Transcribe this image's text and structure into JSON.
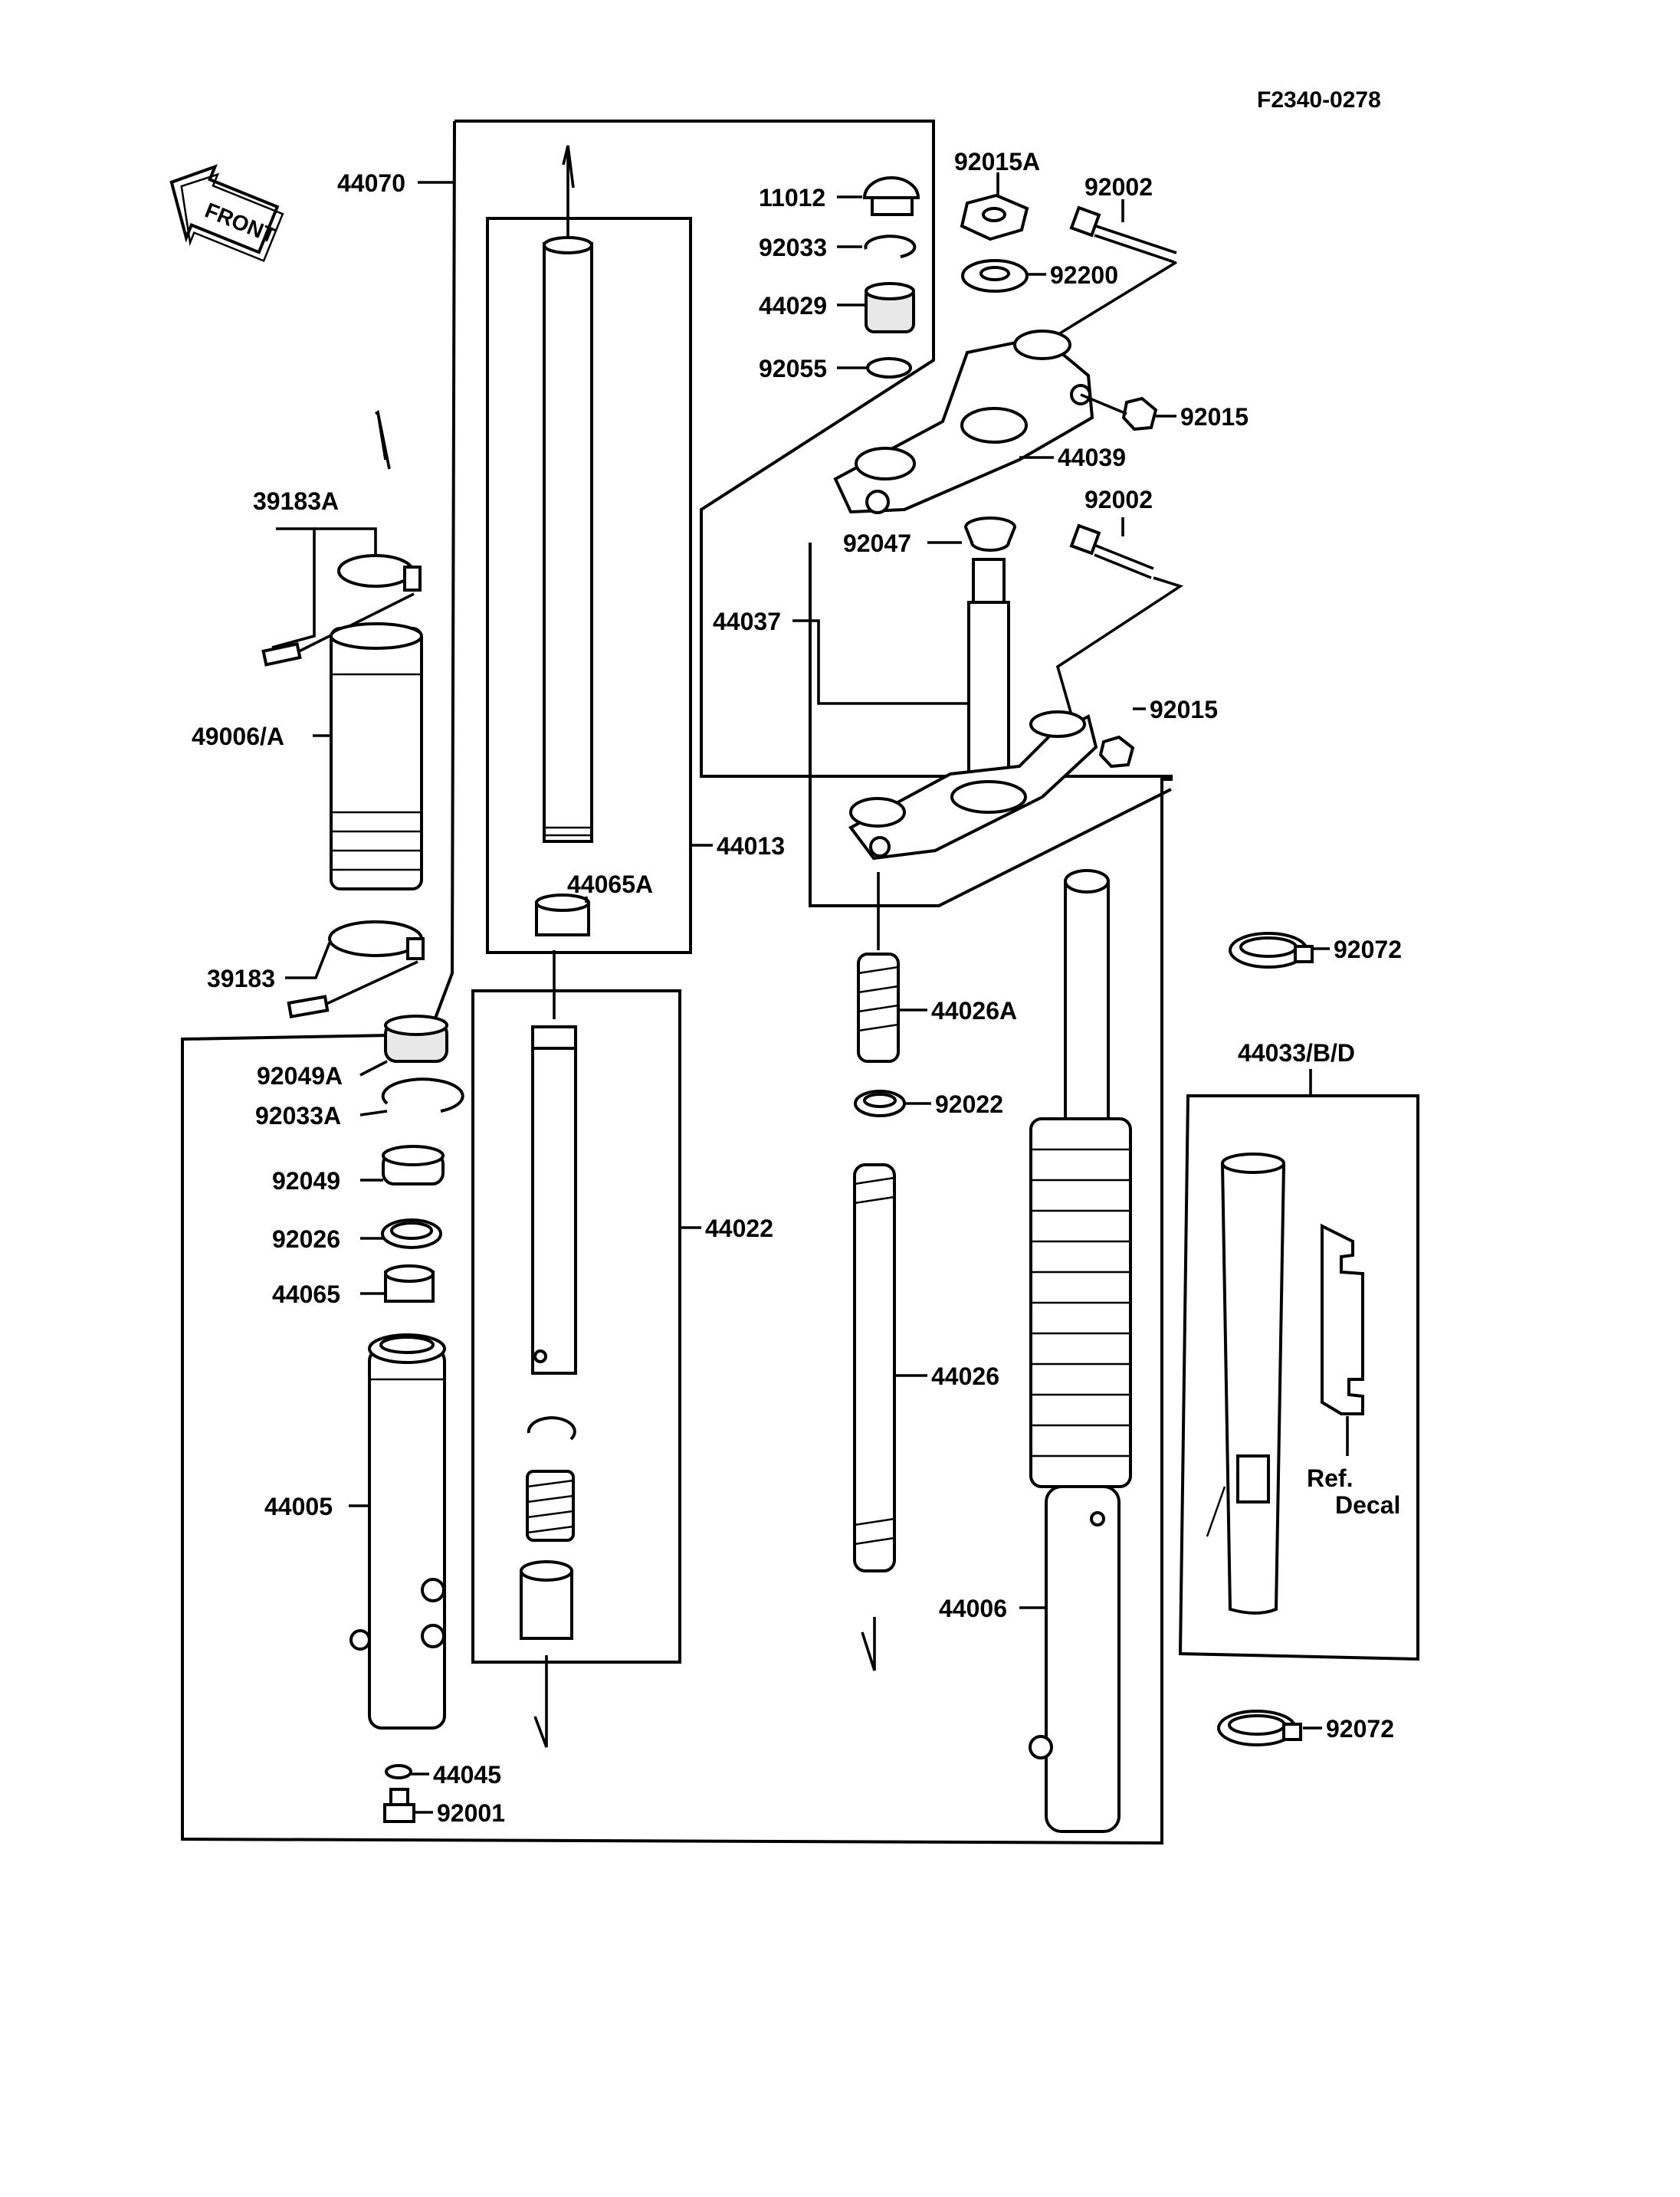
{
  "diagram_code": "F2340-0278",
  "front_arrow": {
    "text": "FRONT",
    "icon": "front-direction-arrow-icon"
  },
  "parts": {
    "p44070": "44070",
    "p11012": "11012",
    "p92015A": "92015A",
    "p92002a": "92002",
    "p92033": "92033",
    "p92200": "92200",
    "p44029": "44029",
    "p92055": "92055",
    "p92015a": "92015",
    "p44039": "44039",
    "p39183A": "39183A",
    "p92002b": "92002",
    "p92047": "92047",
    "p44037": "44037",
    "p49006A": "49006/A",
    "p92015b": "92015",
    "p44013": "44013",
    "p44065A": "44065A",
    "p39183": "39183",
    "p92072a": "92072",
    "p44026A": "44026A",
    "p92049A": "92049A",
    "p44033": "44033/B/D",
    "p92033A": "92033A",
    "p92022": "92022",
    "p92049": "92049",
    "p44022": "44022",
    "p92026": "92026",
    "p44065": "44065",
    "p44026": "44026",
    "p44005": "44005",
    "p44006": "44006",
    "p92072b": "92072",
    "p44045": "44045",
    "p92001": "92001"
  },
  "ref_note": {
    "line1": "Ref.",
    "line2": "Decal"
  }
}
